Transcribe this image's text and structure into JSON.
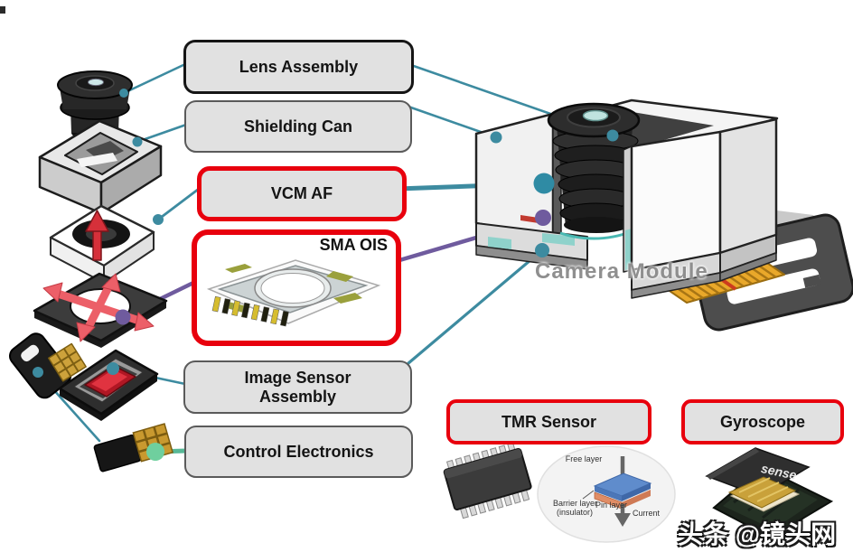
{
  "labels": {
    "lens_assembly": "Lens Assembly",
    "shielding_can": "Shielding Can",
    "vcm_af": "VCM AF",
    "sma_ois": "SMA OIS",
    "image_sensor_line1": "Image Sensor",
    "image_sensor_line2": "Assembly",
    "control_electronics": "Control Electronics",
    "camera_module": "Camera Module",
    "tmr_sensor": "TMR Sensor",
    "gyroscope": "Gyroscope"
  },
  "tmr_diagram": {
    "free_layer": "Free layer",
    "barrier_layer_line1": "Barrier layer",
    "barrier_layer_line2": "(insulator)",
    "pin_layer": "Pin layer",
    "current": "Current",
    "free_layer_color": "#5f8ccc",
    "pin_layer_color": "#e08d66"
  },
  "gyroscope_chip": {
    "lid_text": "sense"
  },
  "watermark": "头条 @镜头网",
  "colors": {
    "connector_teal": "#3d8ba0",
    "connector_purple": "#6f5b9e",
    "connector_green": "#6fcf9e",
    "highlight_red": "#e8000d",
    "label_fill": "#e1e1e1",
    "label_border_grey": "#5a5a5a",
    "label_border_black": "#151515",
    "camera_module_text": "#8f8f8f",
    "ois_arrow_red": "#ec5f68",
    "flex_cable_orange": "#e9a82a"
  }
}
